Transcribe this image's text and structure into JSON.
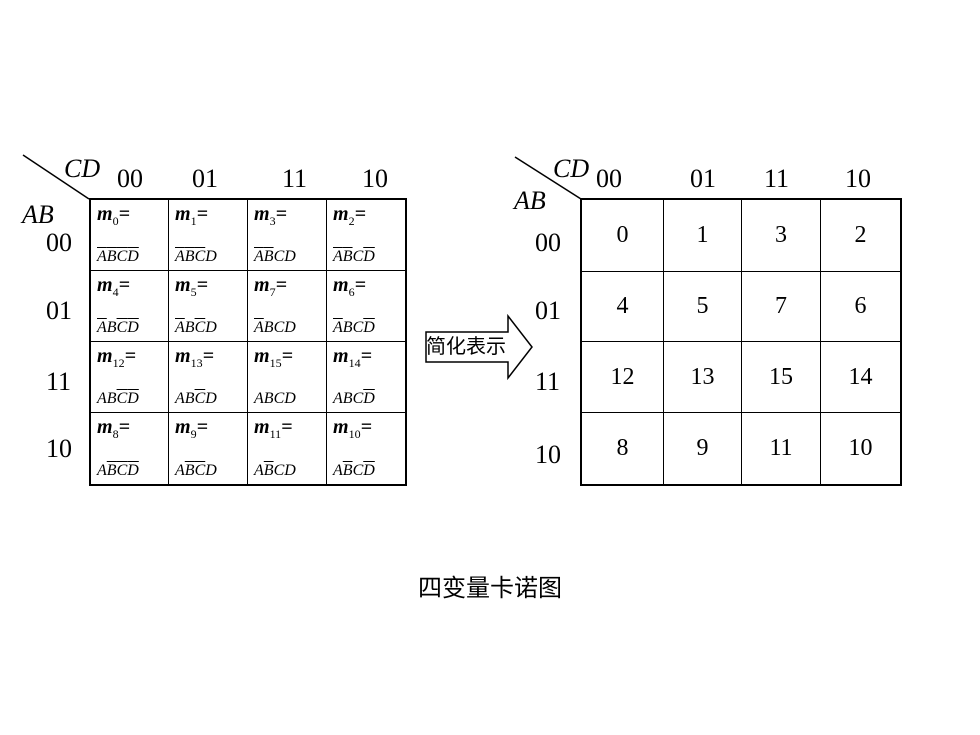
{
  "left_map": {
    "col_var": "CD",
    "row_var": "AB",
    "col_headers": [
      "00",
      "01",
      "11",
      "10"
    ],
    "row_headers": [
      "00",
      "01",
      "11",
      "10"
    ],
    "cells": [
      [
        {
          "m": "m",
          "i": "0",
          "expr": "ABCD",
          "bars": [
            1,
            1,
            1,
            1
          ]
        },
        {
          "m": "m",
          "i": "1",
          "expr": "ABCD",
          "bars": [
            1,
            1,
            1,
            0
          ]
        },
        {
          "m": "m",
          "i": "3",
          "expr": "ABCD",
          "bars": [
            1,
            1,
            0,
            0
          ]
        },
        {
          "m": "m",
          "i": "2",
          "expr": "ABCD",
          "bars": [
            1,
            1,
            0,
            1
          ]
        }
      ],
      [
        {
          "m": "m",
          "i": "4",
          "expr": "ABCD",
          "bars": [
            1,
            0,
            1,
            1
          ]
        },
        {
          "m": "m",
          "i": "5",
          "expr": "ABCD",
          "bars": [
            1,
            0,
            1,
            0
          ]
        },
        {
          "m": "m",
          "i": "7",
          "expr": "ABCD",
          "bars": [
            1,
            0,
            0,
            0
          ]
        },
        {
          "m": "m",
          "i": "6",
          "expr": "ABCD",
          "bars": [
            1,
            0,
            0,
            1
          ]
        }
      ],
      [
        {
          "m": "m",
          "i": "12",
          "expr": "ABCD",
          "bars": [
            0,
            0,
            1,
            1
          ]
        },
        {
          "m": "m",
          "i": "13",
          "expr": "ABCD",
          "bars": [
            0,
            0,
            1,
            0
          ]
        },
        {
          "m": "m",
          "i": "15",
          "expr": "ABCD",
          "bars": [
            0,
            0,
            0,
            0
          ]
        },
        {
          "m": "m",
          "i": "14",
          "expr": "ABCD",
          "bars": [
            0,
            0,
            0,
            1
          ]
        }
      ],
      [
        {
          "m": "m",
          "i": "8",
          "expr": "ABCD",
          "bars": [
            0,
            1,
            1,
            1
          ]
        },
        {
          "m": "m",
          "i": "9",
          "expr": "ABCD",
          "bars": [
            0,
            1,
            1,
            0
          ]
        },
        {
          "m": "m",
          "i": "11",
          "expr": "ABCD",
          "bars": [
            0,
            1,
            0,
            0
          ]
        },
        {
          "m": "m",
          "i": "10",
          "expr": "ABCD",
          "bars": [
            0,
            1,
            0,
            1
          ]
        }
      ]
    ]
  },
  "arrow_label": "简化表示",
  "right_map": {
    "col_var": "CD",
    "row_var": "AB",
    "col_headers": [
      "00",
      "01",
      "11",
      "10"
    ],
    "row_headers": [
      "00",
      "01",
      "11",
      "10"
    ],
    "cells": [
      [
        "0",
        "1",
        "3",
        "2"
      ],
      [
        "4",
        "5",
        "7",
        "6"
      ],
      [
        "12",
        "13",
        "15",
        "14"
      ],
      [
        "8",
        "9",
        "11",
        "10"
      ]
    ]
  },
  "caption": "四变量卡诺图"
}
